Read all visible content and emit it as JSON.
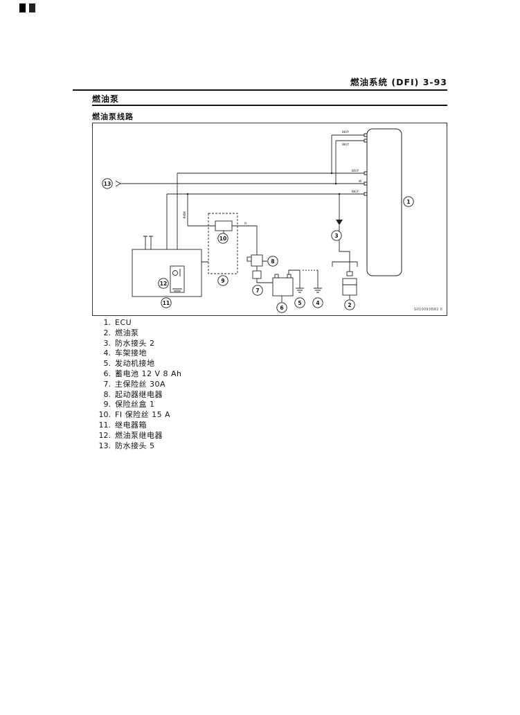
{
  "page": {
    "header": "燃油系统 (DFI) 3-93",
    "section_title": "燃油泵",
    "subsection_title": "燃油泵线路"
  },
  "diagram": {
    "figure_code": "G0100938W2 0",
    "callouts": [
      "1",
      "2",
      "3",
      "4",
      "5",
      "6",
      "7",
      "8",
      "9",
      "10",
      "11",
      "12",
      "13"
    ],
    "wire_labels": {
      "top1": "BK/Y",
      "top2": "BK/Y",
      "mid1": "BR/Y",
      "mid2": "W",
      "mid3": "BK/Y",
      "left_vertical": "R/BK",
      "fuse_feed": "R"
    }
  },
  "legend": {
    "items": [
      {
        "num": "1.",
        "label": "ECU"
      },
      {
        "num": "2.",
        "label": "燃油泵"
      },
      {
        "num": "3.",
        "label": "防水接头 2"
      },
      {
        "num": "4.",
        "label": "车架接地"
      },
      {
        "num": "5.",
        "label": "发动机接地"
      },
      {
        "num": "6.",
        "label": "蓄电池 12 V 8 Ah"
      },
      {
        "num": "7.",
        "label": "主保险丝 30A"
      },
      {
        "num": "8.",
        "label": "起动器继电器"
      },
      {
        "num": "9.",
        "label": "保险丝盒 1"
      },
      {
        "num": "10.",
        "label": "FI 保险丝 15 A"
      },
      {
        "num": "11.",
        "label": "继电器箱"
      },
      {
        "num": "12.",
        "label": "燃油泵继电器"
      },
      {
        "num": "13.",
        "label": "防水接头 5"
      }
    ]
  }
}
